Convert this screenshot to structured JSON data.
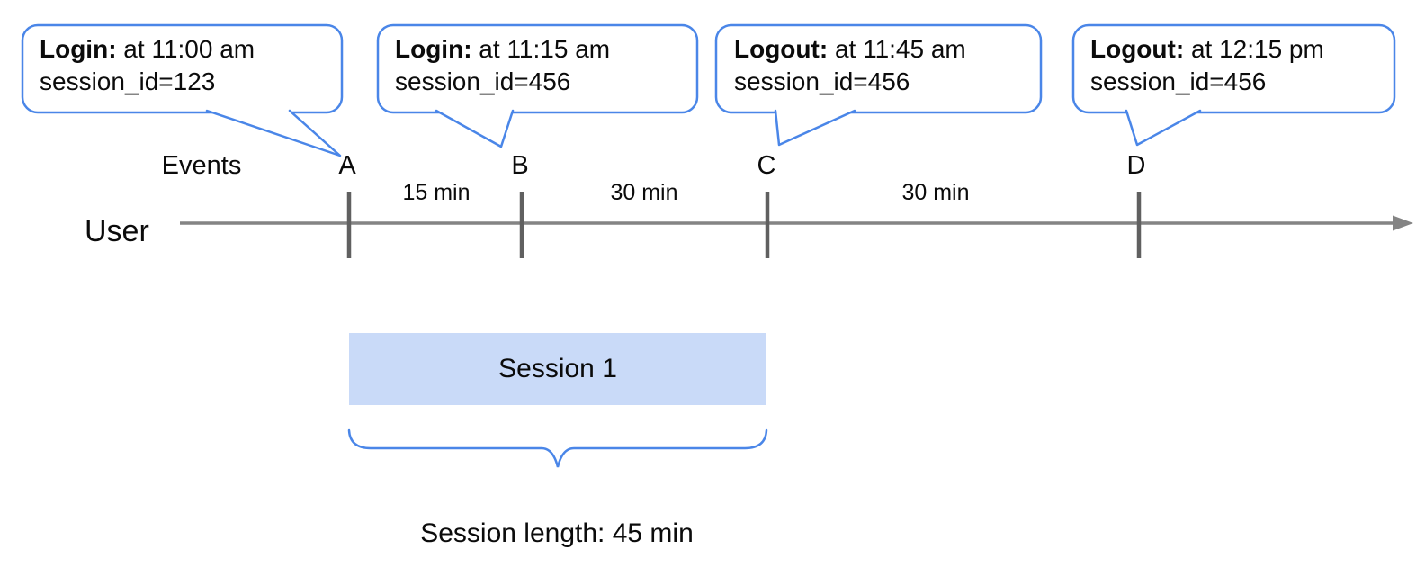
{
  "callouts": [
    {
      "event": "A",
      "label_bold": "Login:",
      "label_rest": " at 11:00 am",
      "detail": "session_id=123"
    },
    {
      "event": "B",
      "label_bold": "Login:",
      "label_rest": " at 11:15 am",
      "detail": "session_id=456"
    },
    {
      "event": "C",
      "label_bold": "Logout:",
      "label_rest": " at 11:45 am",
      "detail": "session_id=456"
    },
    {
      "event": "D",
      "label_bold": "Logout:",
      "label_rest": " at 12:15 pm",
      "detail": "session_id=456"
    }
  ],
  "timeline": {
    "user_label": "User",
    "events_label": "Events",
    "markers": [
      "A",
      "B",
      "C",
      "D"
    ],
    "intervals": [
      "15 min",
      "30 min",
      "30 min"
    ]
  },
  "session": {
    "box_label": "Session 1",
    "caption": "Session length: 45 min"
  },
  "colors": {
    "accent_blue": "#4a86e8",
    "session_fill": "#c9daf8",
    "axis_gray": "#848484",
    "tick_gray": "#606060",
    "text_black": "#0b0b0b"
  }
}
